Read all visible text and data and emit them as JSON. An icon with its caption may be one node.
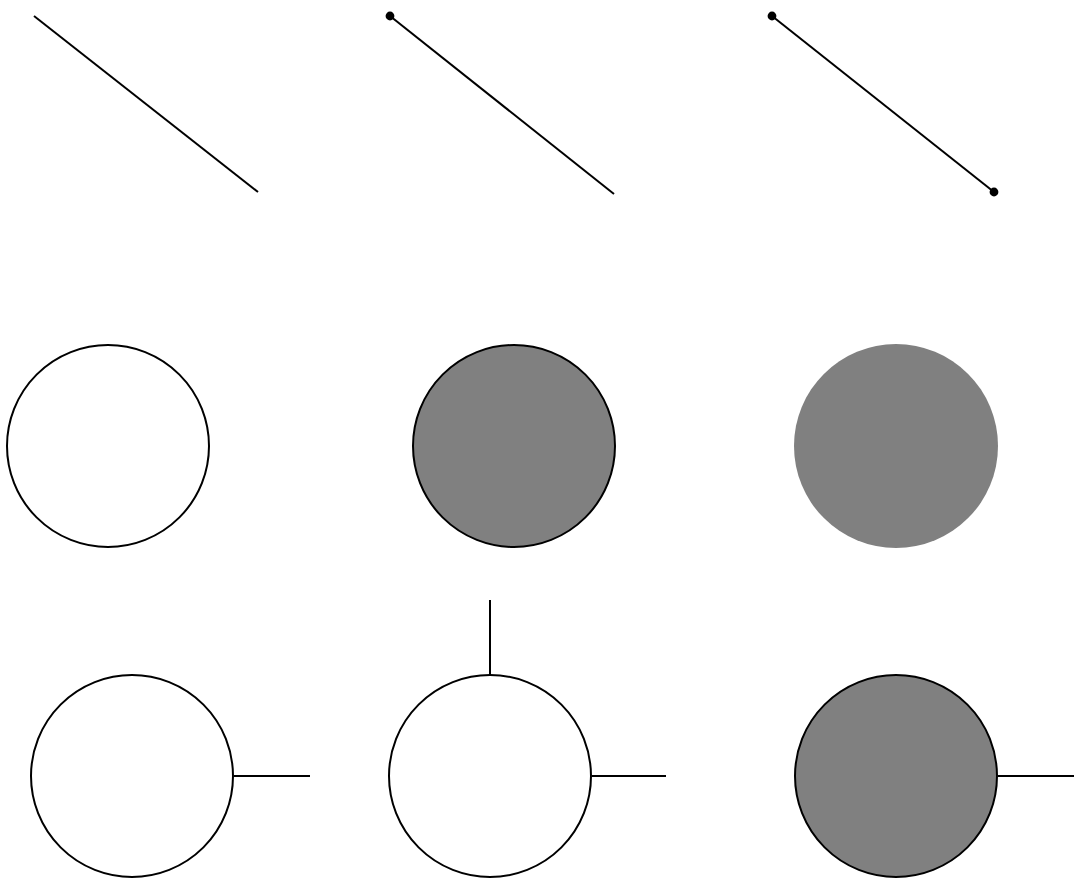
{
  "diagram": {
    "nodes": [
      {
        "text": [],
        "shape": "circle"
      },
      {
        "text": [],
        "shape": "circle"
      },
      {
        "text": [],
        "shape": "circle"
      },
      {
        "text": [],
        "shape": "circle"
      },
      {
        "text": [],
        "shape": "circle"
      },
      {
        "text": [],
        "shape": "circle"
      }
    ],
    "edges": [
      {
        "from": 3,
        "to": null,
        "arrow": "none"
      },
      {
        "from": 4,
        "to": null,
        "arrow": "none"
      },
      {
        "from": 4,
        "to": null,
        "arrow": "none"
      },
      {
        "from": 5,
        "to": null,
        "arrow": "none"
      }
    ]
  }
}
